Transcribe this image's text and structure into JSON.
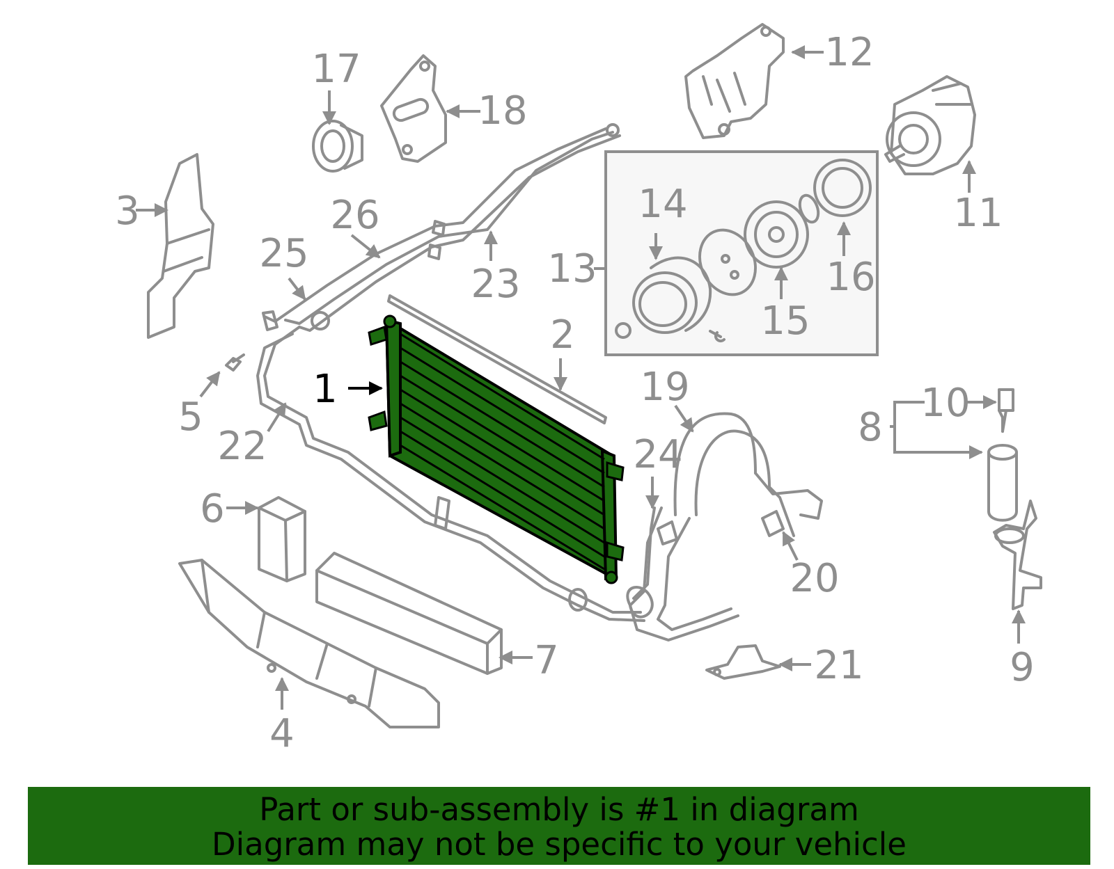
{
  "diagram": {
    "highlight_color": "#1c6b0f",
    "line_color": "#8e8e8e",
    "callouts": {
      "c1": "1",
      "c2": "2",
      "c3": "3",
      "c4": "4",
      "c5": "5",
      "c6": "6",
      "c7": "7",
      "c8": "8",
      "c9": "9",
      "c10": "10",
      "c11": "11",
      "c12": "12",
      "c13": "13",
      "c14": "14",
      "c15": "15",
      "c16": "16",
      "c17": "17",
      "c18": "18",
      "c19": "19",
      "c20": "20",
      "c21": "21",
      "c22": "22",
      "c23": "23",
      "c24": "24",
      "c25": "25",
      "c26": "26"
    }
  },
  "banner": {
    "line1": "Part or sub-assembly is #1 in diagram",
    "line2": "Diagram may not be specific to your vehicle"
  }
}
